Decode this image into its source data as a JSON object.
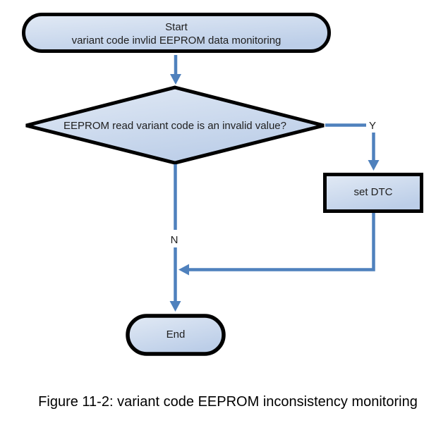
{
  "title": "variant code EEPROM inconsistency monitoring flowchart",
  "caption": "Figure 11-2: variant code EEPROM inconsistency monitoring",
  "nodes": {
    "start": {
      "type": "terminator",
      "line1": "Start",
      "line2": "variant code invlid EEPROM data monitoring"
    },
    "decision": {
      "type": "decision",
      "label": "EEPROM read variant code is an invalid value?"
    },
    "process": {
      "type": "process",
      "label": "set DTC"
    },
    "end": {
      "type": "terminator",
      "label": "End"
    }
  },
  "edges": {
    "yes_label": "Y",
    "no_label": "N"
  },
  "colors": {
    "connector": "#4f81bd",
    "shape-border": "#000000",
    "fill-light": "#e2eaf5",
    "fill-dark": "#bccee8",
    "text": "#202020"
  }
}
